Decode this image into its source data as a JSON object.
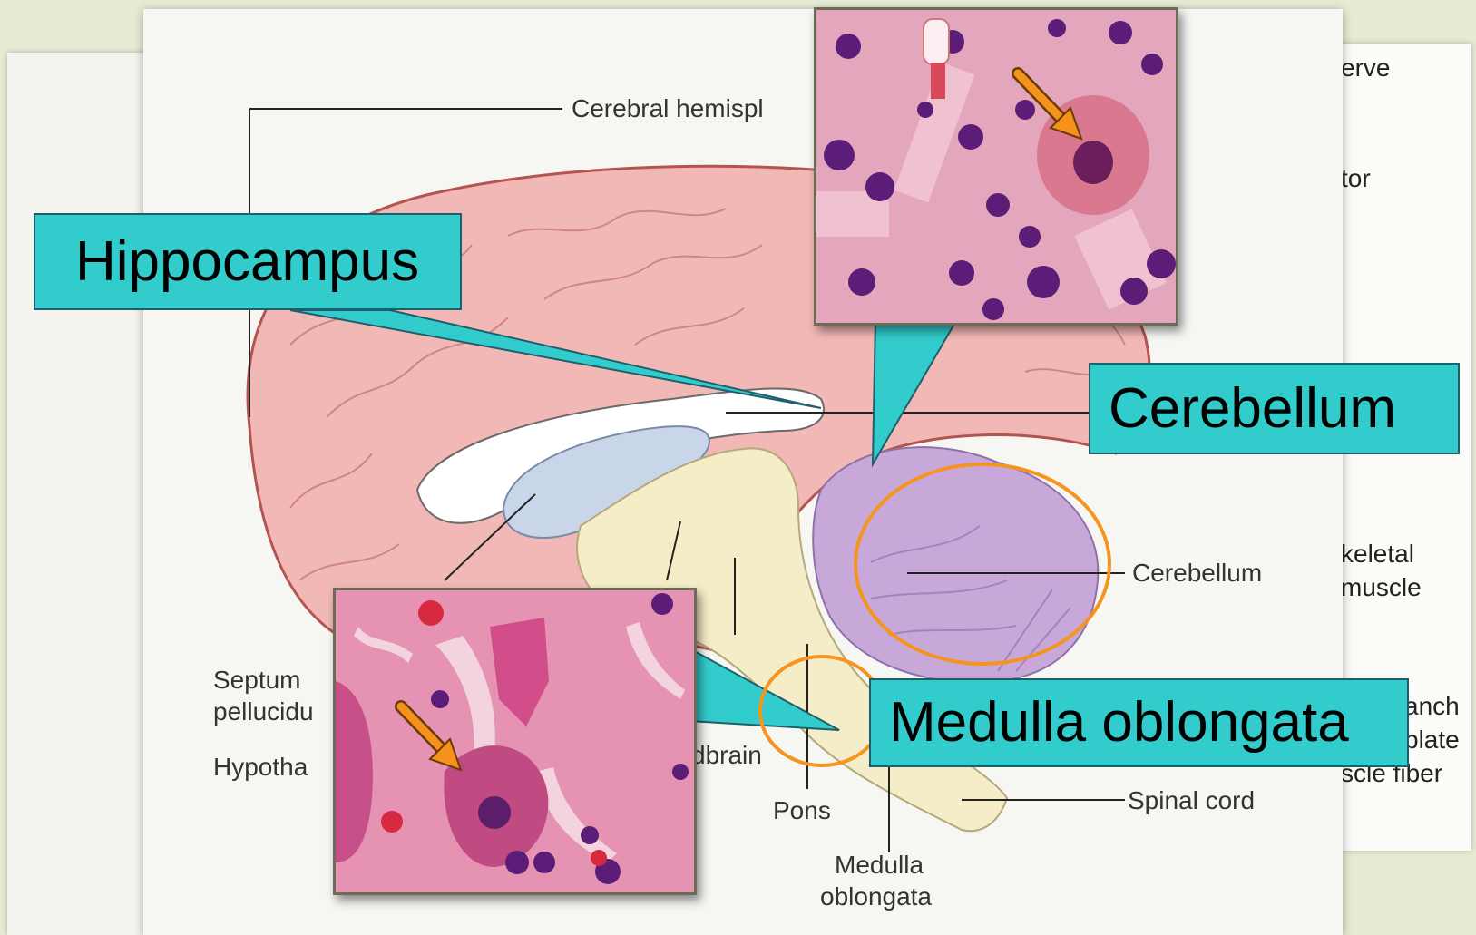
{
  "callouts": {
    "hippocampus": "Hippocampus",
    "cerebellum": "Cerebellum",
    "medulla": "Medulla oblongata"
  },
  "diagram_labels": {
    "cerebral": "Cerebral hemispl",
    "cerebellum": "Cerebellum",
    "septum_1": "Septum",
    "septum_2": "pellucidu",
    "hypothalamus": "Hypotha",
    "midbrain": "dbrain",
    "pons": "Pons",
    "medulla_1": "Medulla",
    "medulla_2": "oblongata",
    "spinal_cord": "Spinal cord"
  },
  "right_page": {
    "line1": "erve",
    "line2": "tor",
    "line3": "keletal",
    "line4": "muscle",
    "line5": "anch",
    "line6": "plate",
    "line7": "scle fiber"
  },
  "colors": {
    "callout_fill": "#33cccc",
    "highlight_circle": "#f5951f",
    "arrow": "#f5921c",
    "brain_fill": "#f2b8b5",
    "cerebellum_fill": "#c8a8d8",
    "brainstem_fill": "#f5ecc8"
  }
}
